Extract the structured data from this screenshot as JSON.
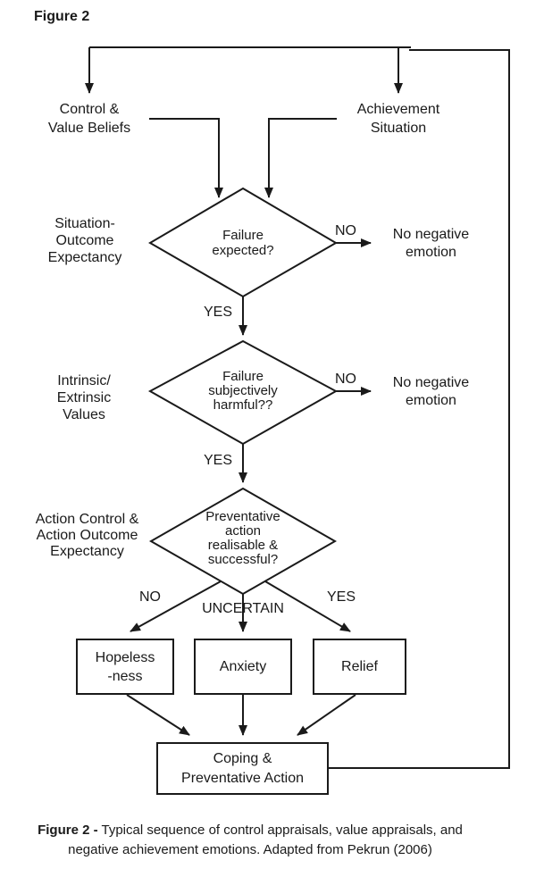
{
  "title": "Figure 2",
  "flowchart": {
    "top_nodes": {
      "control_value_beliefs": "Control &\nValue Beliefs",
      "achievement_situation": "Achievement\nSituation"
    },
    "side_labels": {
      "situation_outcome": "Situation-\nOutcome\nExpectancy",
      "intrinsic_extrinsic": "Intrinsic/\nExtrinsic\nValues",
      "action_control": "Action Control &\nAction Outcome\nExpectancy"
    },
    "diamonds": {
      "failure_expected": "Failure\nexpected?",
      "failure_harmful": "Failure\nsubjectively\nharmful??",
      "preventative_action": "Preventative\naction\nrealisable &\nsuccessful?"
    },
    "outcomes": {
      "no_negative_emotion_1": "No negative\nemotion",
      "no_negative_emotion_2": "No negative\nemotion"
    },
    "edge_labels": {
      "no_1": "NO",
      "yes_1": "YES",
      "no_2": "NO",
      "yes_2": "YES",
      "no_3": "NO",
      "uncertain": "UNCERTAIN",
      "yes_3": "YES"
    },
    "emotion_boxes": {
      "hopelessness": "Hopeless\n-ness",
      "anxiety": "Anxiety",
      "relief": "Relief"
    },
    "coping_box": "Coping &\nPreventative Action"
  },
  "caption": {
    "bold": "Figure 2 -",
    "line1": " Typical sequence of control appraisals, value appraisals, and",
    "line2": "negative achievement emotions. Adapted from Pekrun (2006)"
  },
  "colors": {
    "line": "#1a1a1a",
    "text": "#1a1a1a",
    "background": "#ffffff"
  }
}
